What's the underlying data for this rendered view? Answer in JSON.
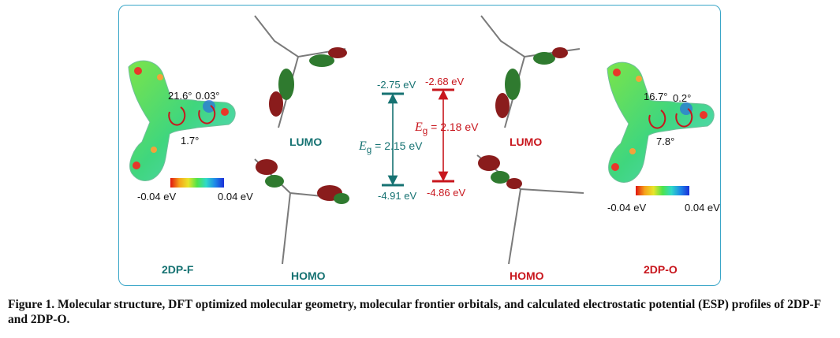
{
  "panel": {
    "left_molecule": {
      "name": "2DP-F",
      "angles": [
        "21.6°",
        "0.03°",
        "1.7°"
      ],
      "scale": {
        "min": "-0.04 eV",
        "max": "0.04 eV"
      }
    },
    "right_molecule": {
      "name": "2DP-O",
      "angles": [
        "16.7°",
        "0.2°",
        "7.8°"
      ],
      "scale": {
        "min": "-0.04 eV",
        "max": "0.04 eV"
      }
    },
    "orbitals": {
      "left_lumo": "LUMO",
      "left_homo": "HOMO",
      "right_lumo": "LUMO",
      "right_homo": "HOMO"
    },
    "energy_diagram": {
      "f": {
        "lumo": "-2.75 eV",
        "homo": "-4.91 eV",
        "eg_symbol": "E",
        "eg_sub": "g",
        "eg_value": " = 2.15 eV"
      },
      "o": {
        "lumo": "-2.68 eV",
        "homo": "-4.86 eV",
        "eg_symbol": "E",
        "eg_sub": "g",
        "eg_value": " = 2.18 eV"
      }
    }
  },
  "colors": {
    "teal": "#167272",
    "red": "#c8161d",
    "frame": "#3aa6c8"
  },
  "caption": {
    "text": "Figure 1. Molecular structure, DFT optimized molecular geometry, molecular frontier orbitals, and calculated electrostatic potential (ESP) profiles of 2DP-F and 2DP-O."
  }
}
